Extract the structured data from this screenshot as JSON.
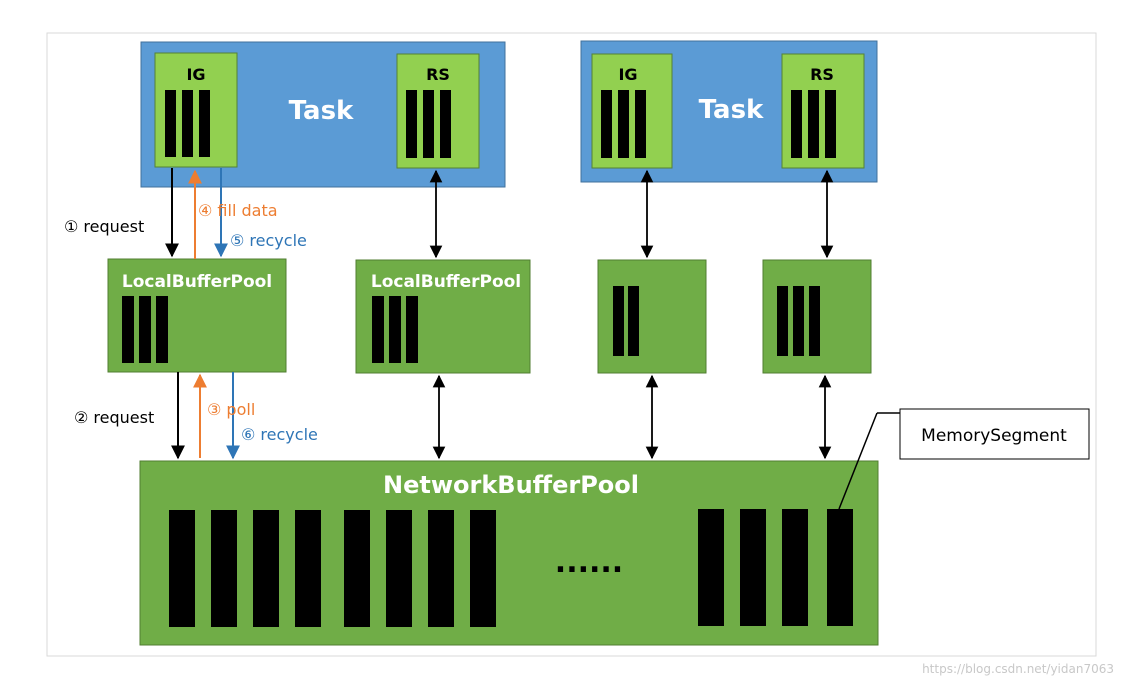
{
  "tasks": [
    {
      "title": "Task",
      "ig_label": "IG",
      "rs_label": "RS"
    },
    {
      "title": "Task",
      "ig_label": "IG",
      "rs_label": "RS"
    }
  ],
  "local_pools": [
    {
      "label": "LocalBufferPool"
    },
    {
      "label": "LocalBufferPool"
    }
  ],
  "network_pool": {
    "label": "NetworkBufferPool",
    "ellipsis": "......"
  },
  "memory_segment_callout": "MemorySegment",
  "steps": {
    "s1": "① request",
    "s2": "② request",
    "s3": "③ poll",
    "s4": "④ fill data",
    "s5": "⑤ recycle",
    "s6": "⑥ recycle"
  },
  "watermark": "https://blog.csdn.net/yidan7063",
  "colors": {
    "task_blue": "#5b9bd5",
    "pool_green": "#70ad47",
    "inner_green": "#92d050",
    "orange": "#ed7d31",
    "blue_arrow": "#2e75b6"
  }
}
